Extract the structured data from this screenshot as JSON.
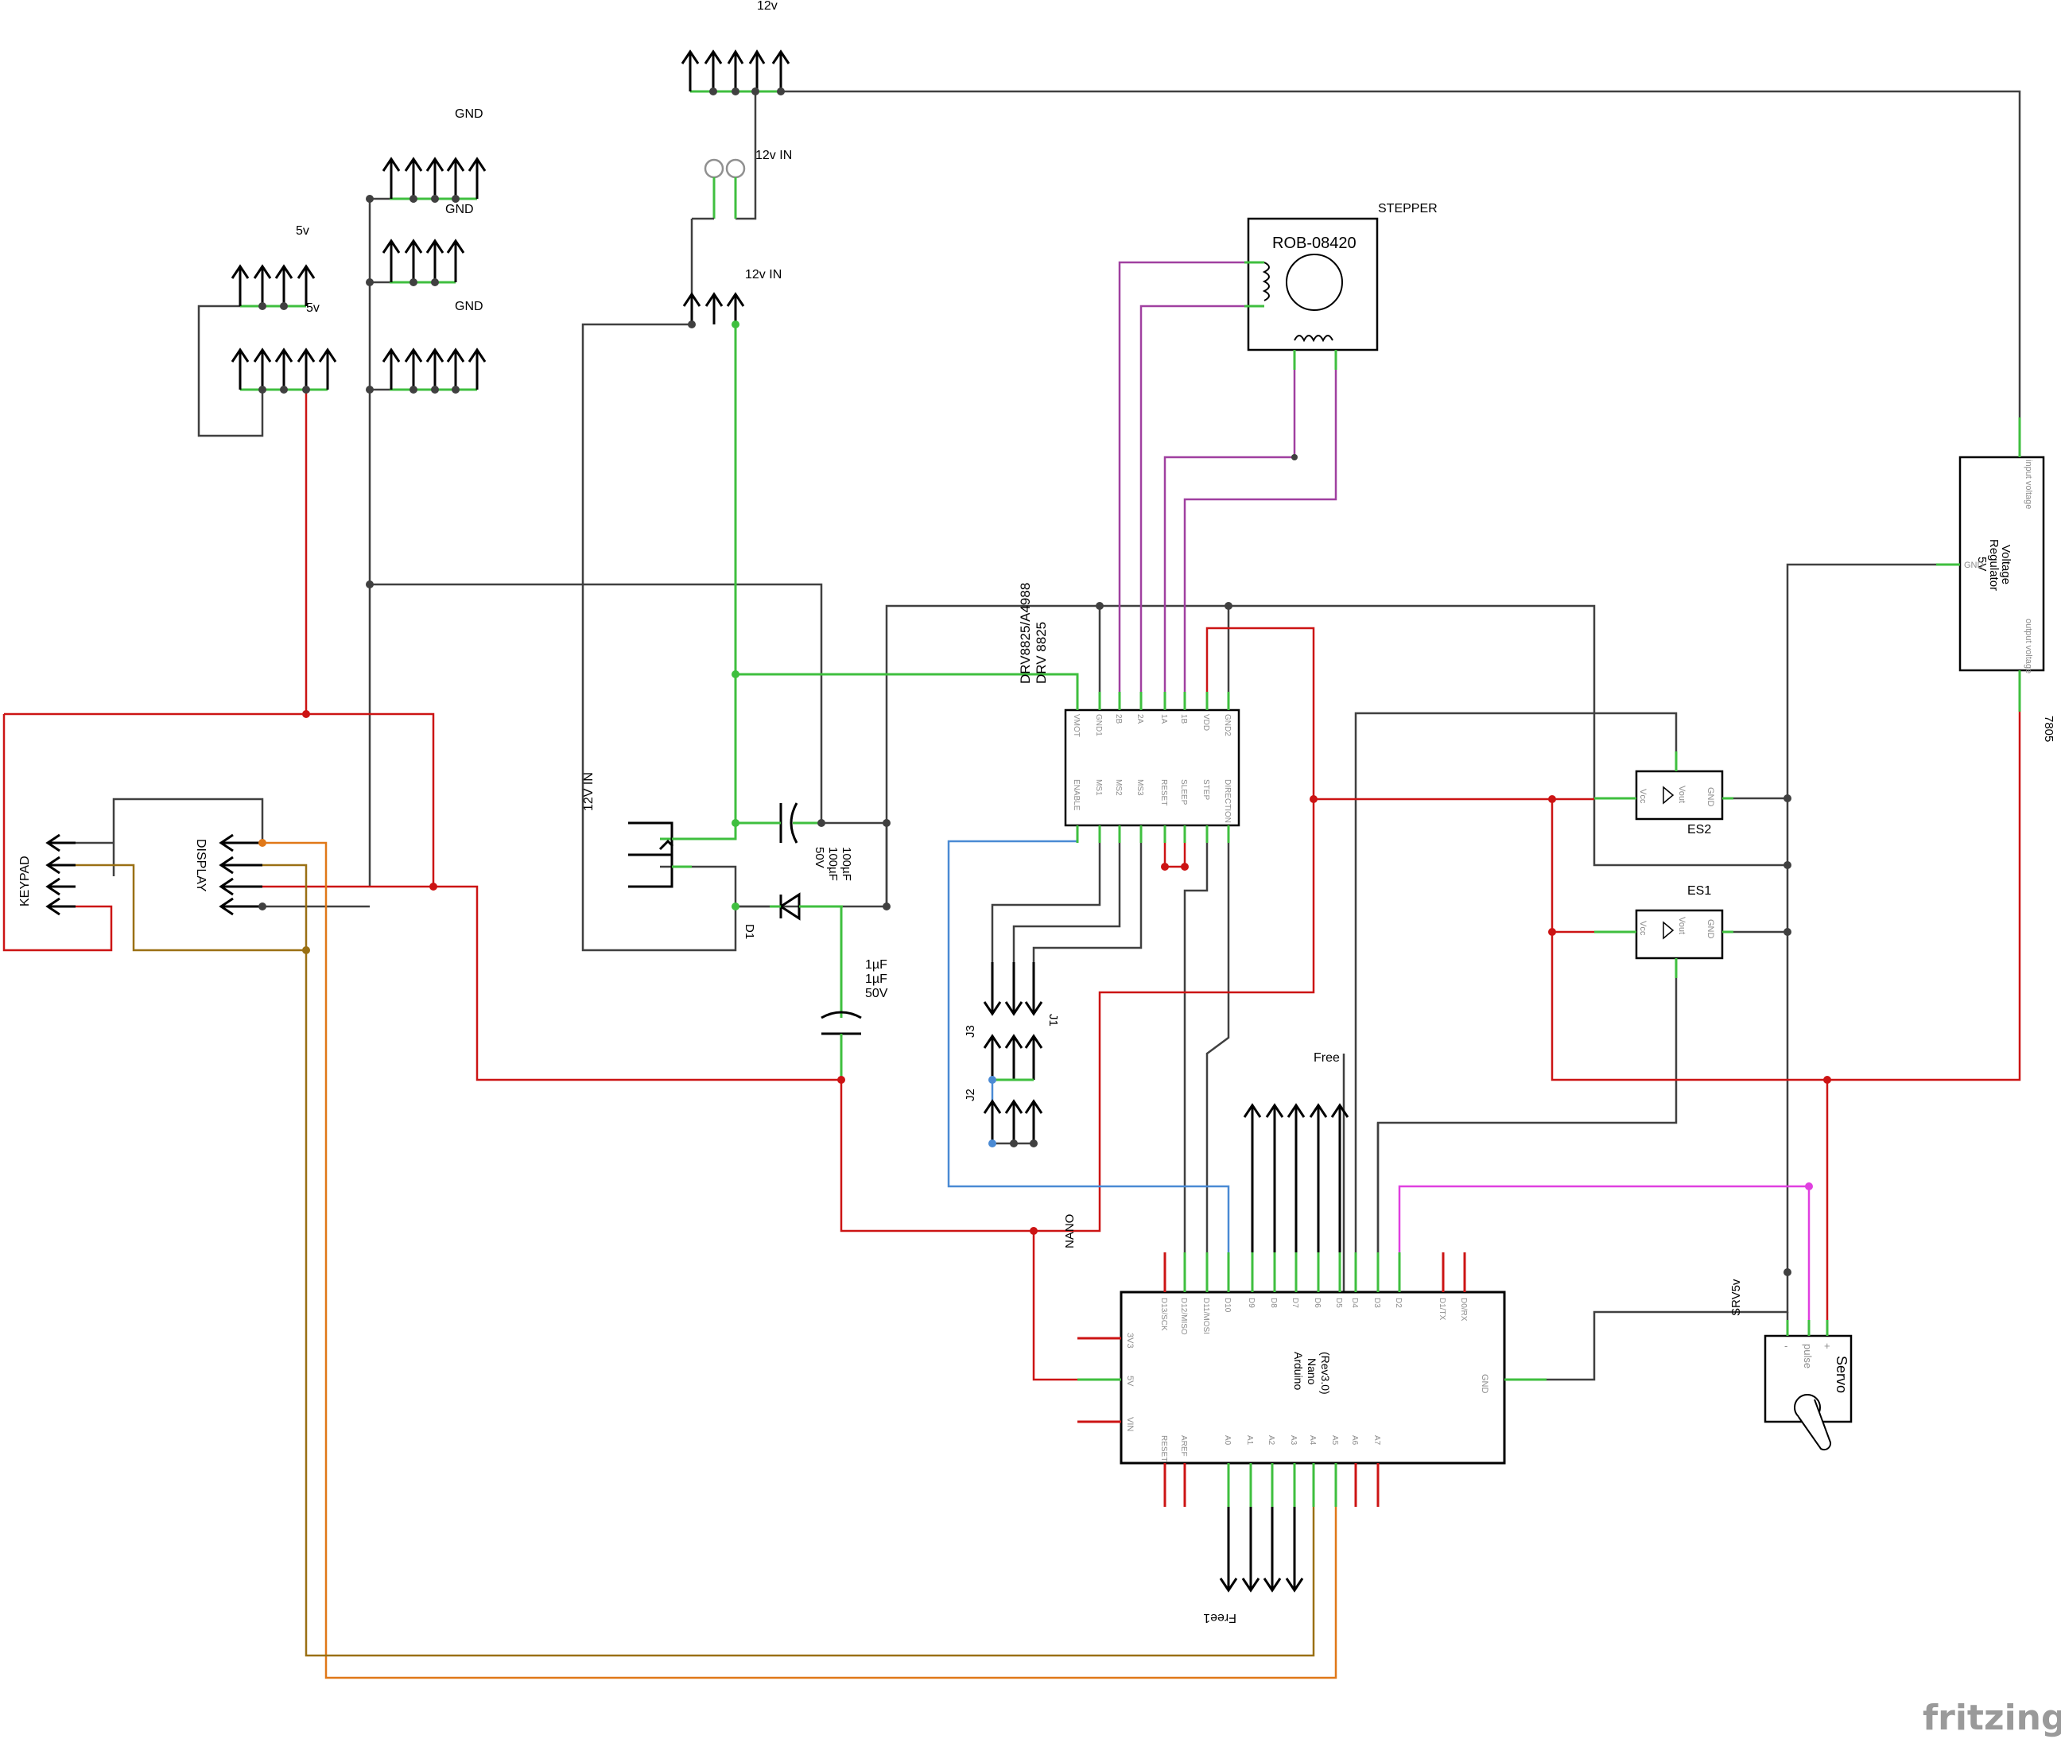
{
  "labels": {
    "power_12v_top": "12v",
    "gnd_top": "GND",
    "gnd_mid": "GND",
    "gnd_low": "GND",
    "power_5v_top": "5v",
    "power_5v_mid": "5v",
    "jack_12v_in_a": "12v IN",
    "jack_12v_in_b": "12v IN",
    "jack_12v_in_vertical": "12V IN",
    "stepper_title": "STEPPER",
    "stepper_part": "ROB-08420",
    "driver_name_1": "DRV8825/A4988",
    "driver_name_2": "DRV 8825",
    "cap_big_1": "100µF",
    "cap_big_2": "100µF",
    "cap_big_3": "50V",
    "diode": "D1",
    "cap_small_1": "1µF",
    "cap_small_2": "1µF",
    "cap_small_3": "50V",
    "keypad": "KEYPAD",
    "display": "DISPLAY",
    "jumper_j1": "J1",
    "jumper_j2": "J2",
    "jumper_j3": "J3",
    "free": "Free",
    "free1": "Free1",
    "nano_net": "NANO",
    "servo_net": "SRV5v",
    "regulator_part": "7805",
    "sensor_es1": "ES1",
    "sensor_es2": "ES2",
    "fritzing_logo": "fritzing"
  },
  "driver_pins_top": [
    "VMOT",
    "GND1",
    "2B",
    "2A",
    "1A",
    "1B",
    "VDD",
    "GND2"
  ],
  "driver_pins_bottom": [
    "ENABLE",
    "MS1",
    "MS2",
    "MS3",
    "RESET",
    "SLEEP",
    "STEP",
    "DIRECTION"
  ],
  "regulator": {
    "title_1": "Voltage",
    "title_2": "Regulator",
    "title_3": "5V",
    "pin_in": "input voltage",
    "pin_gnd": "GND",
    "pin_out": "output voltage"
  },
  "sensor_pins": {
    "vcc": "Vcc",
    "vout": "Vout",
    "gnd": "GND"
  },
  "arduino": {
    "title_1": "Arduino",
    "title_2": "Nano",
    "title_3": "(Rev3.0)",
    "top_pins": [
      "D13/SCK",
      "D12/MISO",
      "D11/MOSI",
      "D10",
      "D9",
      "D8",
      "D7",
      "D6",
      "D5",
      "D4",
      "D3",
      "D2",
      "D1/TX",
      "D0/RX"
    ],
    "bottom_pins": [
      "RESET",
      "AREF",
      "A0",
      "A1",
      "A2",
      "A3",
      "A4",
      "A5",
      "A6",
      "A7"
    ],
    "left_pins": [
      "3V3",
      "5V",
      "VIN"
    ],
    "right_pin": "GND"
  },
  "servo": {
    "title": "Servo",
    "pulse": "pulse",
    "minus": "-",
    "plus": "+"
  },
  "colors": {
    "gnd_wire": "#404040",
    "power_wire": "#cc1414",
    "pin_green": "#3fbf3f",
    "stepper_wire": "#a040a0",
    "blue_wire": "#4a8ad4",
    "orange_wire": "#e07818",
    "brown_wire": "#9a7014",
    "pink_wire": "#e040e0"
  }
}
